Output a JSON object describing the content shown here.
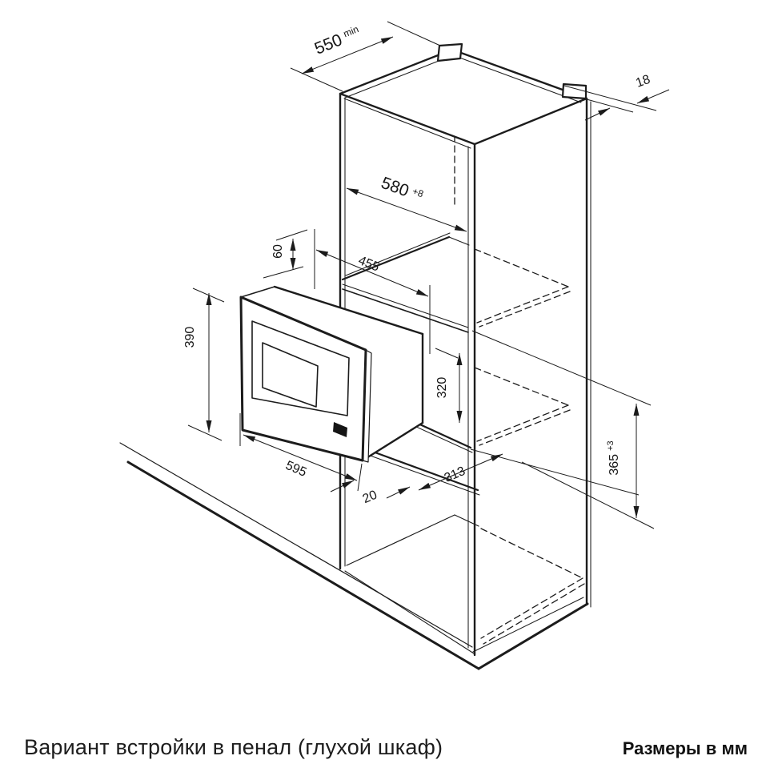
{
  "captions": {
    "variant": "Вариант встройки в пенал (глухой шкаф)",
    "units": "Размеры в мм"
  },
  "dimensions": {
    "top_depth_min": {
      "value": "550",
      "suffix": "min"
    },
    "panel_thickness": {
      "value": "18"
    },
    "niche_width": {
      "value": "580",
      "tolerance": "+8"
    },
    "niche_depth": {
      "value": "455"
    },
    "top_clearance": {
      "value": "60"
    },
    "appliance_front_height": {
      "value": "390"
    },
    "appliance_body_height": {
      "value": "320"
    },
    "appliance_front_width": {
      "value": "595"
    },
    "front_overhang": {
      "value": "20"
    },
    "body_depth": {
      "value": "313"
    },
    "niche_height": {
      "value": "365",
      "tolerance": "+3"
    }
  }
}
